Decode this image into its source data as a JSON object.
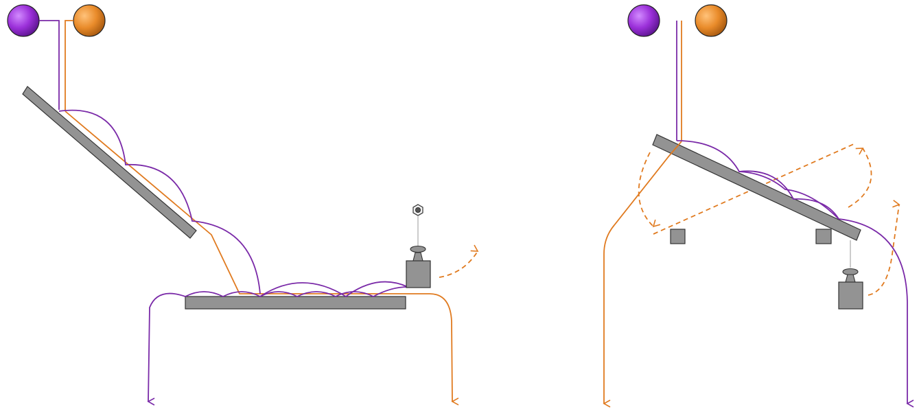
{
  "colors": {
    "purple": "#7a2aa8",
    "orange": "#e07a1f",
    "plate_fill": "#939393",
    "plate_stroke": "#333333",
    "thin_line": "#9a9a9a",
    "background": "#ffffff"
  },
  "legend_markers": [
    {
      "name": "purple-ball",
      "color": "#9b30d9"
    },
    {
      "name": "orange-ball",
      "color": "#e98b2a"
    }
  ],
  "panels": [
    {
      "name": "left-panel",
      "plates": 2,
      "weights": 1,
      "blocks": 0,
      "dashed_arrows": 1
    },
    {
      "name": "right-panel",
      "plates": 1,
      "weights": 1,
      "blocks": 2,
      "dashed_arrows": 3
    }
  ]
}
